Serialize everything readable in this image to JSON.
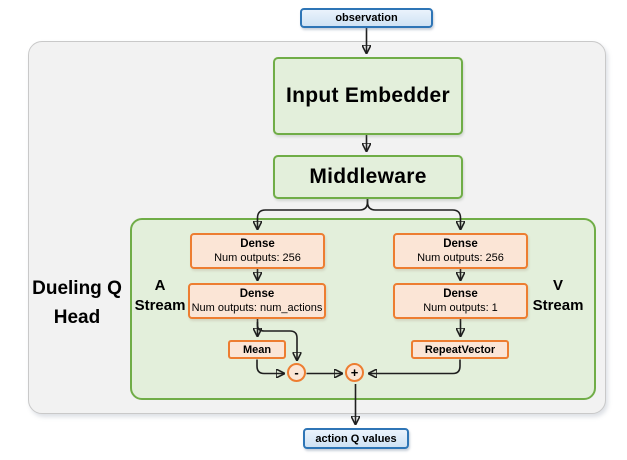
{
  "diagram": {
    "observation": {
      "label": "observation"
    },
    "input_embedder": {
      "label": "Input Embedder"
    },
    "middleware": {
      "label": "Middleware"
    },
    "head_group": {
      "line1": "Dueling Q",
      "line2": "Head"
    },
    "a_stream": {
      "line1": "A",
      "line2": "Stream"
    },
    "v_stream": {
      "line1": "V",
      "line2": "Stream"
    },
    "dense_a1": {
      "title": "Dense",
      "subtitle": "Num outputs: 256"
    },
    "dense_a2": {
      "title": "Dense",
      "subtitle": "Num outputs: num_actions"
    },
    "dense_v1": {
      "title": "Dense",
      "subtitle": "Num outputs: 256"
    },
    "dense_v2": {
      "title": "Dense",
      "subtitle": "Num outputs: 1"
    },
    "mean": {
      "label": "Mean"
    },
    "repeat_vector": {
      "label": "RepeatVector"
    },
    "subtract_op": {
      "label": "-"
    },
    "add_op": {
      "label": "+"
    },
    "action_q_values": {
      "label": "action Q values"
    }
  },
  "colors": {
    "io_fill": "#d9e9f8",
    "io_border": "#2e75b6",
    "block_fill": "#e3efdb",
    "block_border": "#70ad47",
    "layer_fill": "#fbe5d6",
    "layer_border": "#ed7d31",
    "group_fill": "#f2f2f2",
    "group_border": "#c9c9c9",
    "connector": "#1f1f1f"
  }
}
